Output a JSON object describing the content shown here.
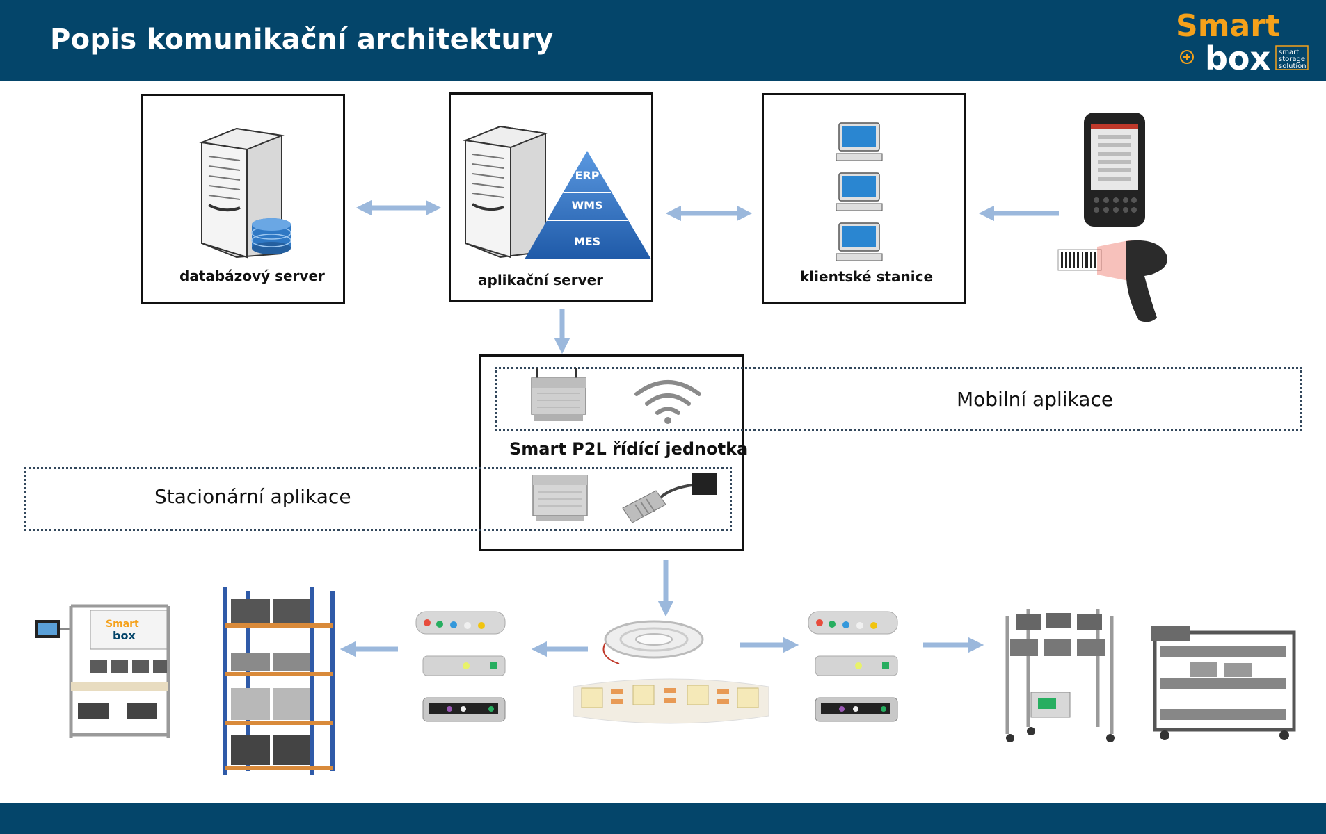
{
  "header": {
    "title": "Popis komunikační architektury",
    "logo": {
      "word_top": "Smart",
      "word_bottom": "box",
      "tag_1": "smart",
      "tag_2": "storage",
      "tag_3": "solution"
    }
  },
  "nodes": {
    "database_server": {
      "label": "databázový server"
    },
    "application_server": {
      "label": "aplikační server",
      "pyramid": [
        "ERP",
        "WMS",
        "MES"
      ]
    },
    "client_stations": {
      "label": "klientské stanice"
    },
    "control_unit": {
      "label": "Smart P2L řídící jednotka"
    }
  },
  "zones": {
    "mobile": "Mobilní aplikace",
    "stationary": "Stacionární aplikace"
  },
  "workstation_sign": {
    "brand_top": "Smart",
    "brand_bottom": "box"
  },
  "colors": {
    "header_bg": "#04456a",
    "arrow": "#9bb8dc",
    "logo_orange": "#f5a11a",
    "pyramid_blue": "#2f6fc0"
  }
}
